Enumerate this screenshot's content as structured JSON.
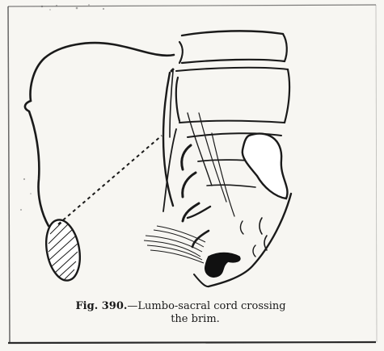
{
  "figure": {
    "label": "Fig. 390.",
    "caption_line1": "—Lumbo-sacral cord crossing",
    "caption_line2": "the brim."
  },
  "colors": {
    "ink": "#1a1a1a",
    "paper": "#f7f6f2"
  }
}
